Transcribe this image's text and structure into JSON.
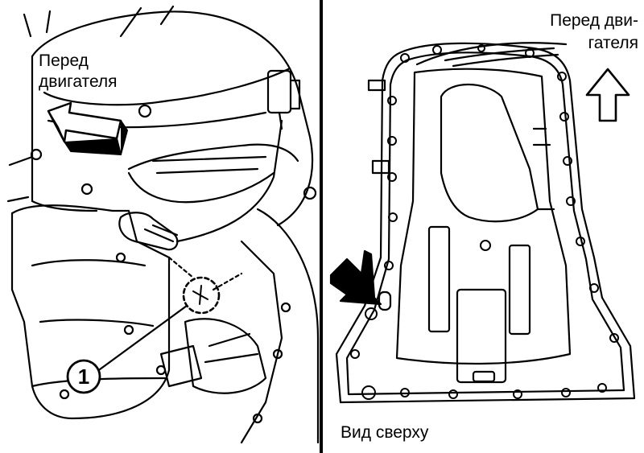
{
  "left": {
    "front_label_line1": "Перед",
    "front_label_line2": "двигателя",
    "callout_number": "1"
  },
  "right": {
    "front_label_line1": "Перед дви-",
    "front_label_line2": "гателя",
    "view_caption": "Вид сверху"
  },
  "colors": {
    "ink": "#000000",
    "paper": "#ffffff"
  }
}
